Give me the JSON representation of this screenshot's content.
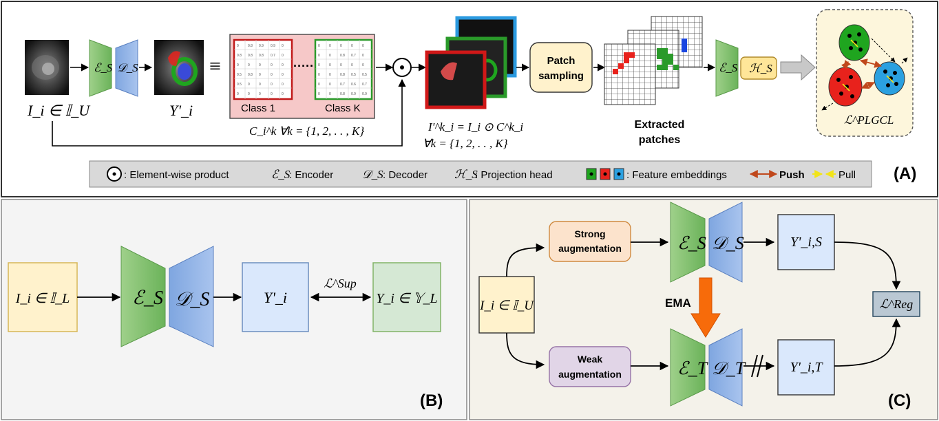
{
  "panelA": {
    "label": "(A)",
    "input_label": "I_i ∈ 𝕀_U",
    "enc": "ℰ_S",
    "dec": "𝒟_S",
    "pred_label": "Y'_i",
    "equiv": "≡",
    "mask_class1": "Class 1",
    "mask_dots": "·····",
    "mask_classK": "Class K",
    "mask_caption": "C_i^k  ∀k = {1, 2, . . , K}",
    "masked_caption_1": "I'^k_i = I_i ⊙ C^k_i",
    "masked_caption_2": "∀k = {1, 2, . . , K}",
    "patch_sampling": "Patch sampling",
    "extracted_1": "Extracted",
    "extracted_2": "patches",
    "head": "ℋ_S",
    "loss": "ℒ^PLGCL",
    "legend": {
      "product": ": Element-wise product",
      "encoder": ": Encoder",
      "decoder": ": Decoder",
      "projection": ": Projection head",
      "features": ": Feature embeddings",
      "push": "Push",
      "pull": "Pull"
    },
    "colors": {
      "green": "#1fa51f",
      "red": "#e8221c",
      "blue": "#2ba0e0",
      "push": "#c0481c",
      "pull": "#f2e418"
    }
  },
  "panelB": {
    "label": "(B)",
    "input": "I_i ∈ 𝕀_L",
    "enc": "ℰ_S",
    "dec": "𝒟_S",
    "pred": "Y'_i",
    "loss": "ℒ^Sup",
    "gt": "Y_i ∈ 𝕐_L"
  },
  "panelC": {
    "label": "(C)",
    "input": "I_i ∈ 𝕀_U",
    "strong": "Strong augmentation",
    "weak": "Weak augmentation",
    "enc_s": "ℰ_S",
    "dec_s": "𝒟_S",
    "enc_t": "ℰ_T",
    "dec_t": "𝒟_T",
    "ema": "EMA",
    "pred_s": "Y'_i,S",
    "pred_t": "Y'_i,T",
    "loss": "ℒ^Reg"
  }
}
